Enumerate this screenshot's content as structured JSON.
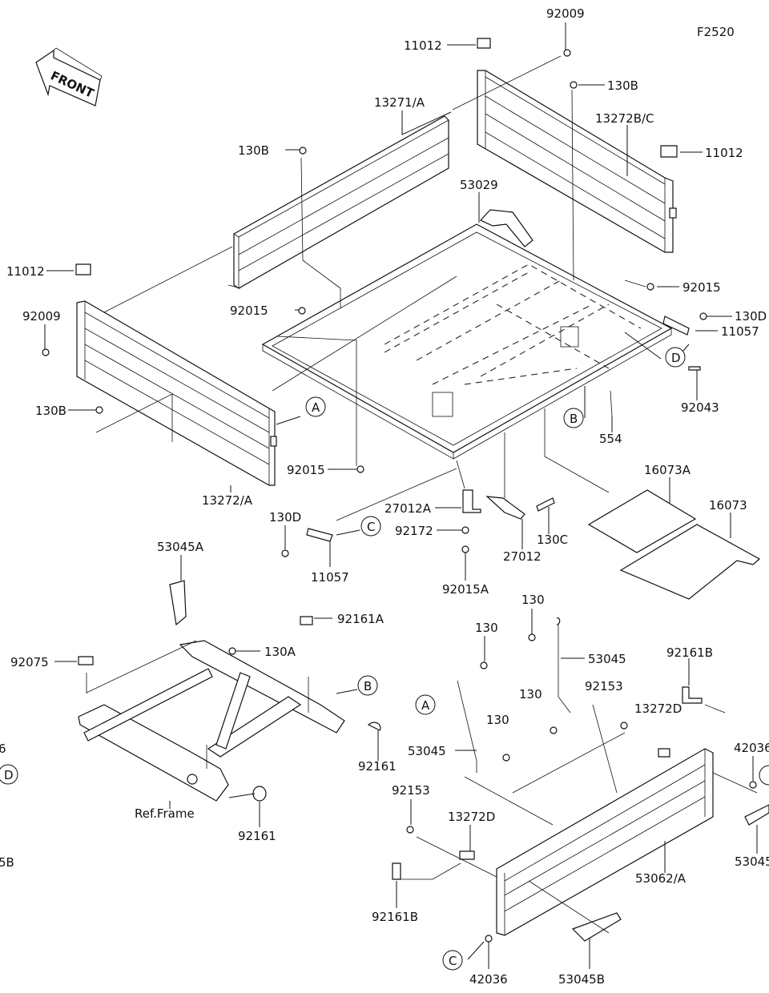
{
  "figure_code": "F2520",
  "front_label": "FRONT",
  "ref_frame_label": "Ref.Frame",
  "parts": {
    "p92009_top": "92009",
    "p11012_top": "11012",
    "p130B_top": "130B",
    "p13272BC": "13272B/C",
    "p11012_right": "11012",
    "p13271A": "13271/A",
    "p130B_mid": "130B",
    "p53029": "53029",
    "p11012_left": "11012",
    "p92009_left": "92009",
    "p92015_mid": "92015",
    "p92015_right": "92015",
    "p130D_right": "130D",
    "p11057_right": "11057",
    "p130B_left": "130B",
    "p92043": "92043",
    "p554": "554",
    "p92015_low": "92015",
    "p13272A": "13272/A",
    "p16073A": "16073A",
    "p16073": "16073",
    "p27012A": "27012A",
    "p130D_left": "130D",
    "p92172": "92172",
    "p130C": "130C",
    "p27012": "27012",
    "p11057_left": "11057",
    "p92015A": "92015A",
    "p53045A": "53045A",
    "p92161A": "92161A",
    "p130_a": "130",
    "p130_b": "130",
    "p130A": "130A",
    "p92075": "92075",
    "p53045_top": "53045",
    "p92161B_top": "92161B",
    "p92153_top": "92153",
    "p130_c": "130",
    "p130_d": "130",
    "p13272D_top": "13272D",
    "p92161_a": "92161",
    "p53045_mid": "53045",
    "p42036_right": "42036",
    "p92153_low": "92153",
    "p13272D_low": "13272D",
    "p92161_b": "92161",
    "p53062A": "53062/A",
    "p53045_right": "53045",
    "p92161B_low": "92161B",
    "p42036_low": "42036",
    "p53045B": "53045B",
    "edge_6": "6",
    "edge_5B": "5B"
  },
  "callouts": {
    "A_upper": "A",
    "A_lower": "A",
    "B_upper": "B",
    "B_lower": "B",
    "C_upper": "C",
    "C_lower": "C",
    "D_upper": "D",
    "D_left": "D"
  }
}
